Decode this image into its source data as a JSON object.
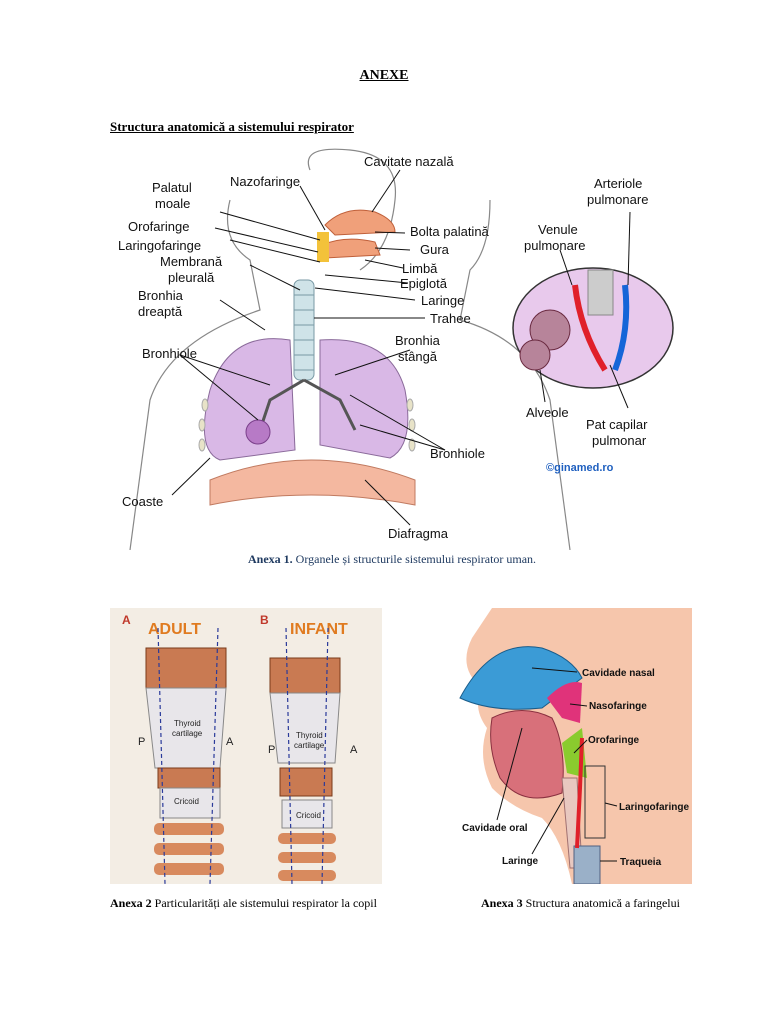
{
  "heading": "ANEXE",
  "section_title": "Structura anatomică  a sistemului respirator",
  "figure1": {
    "labels": {
      "cavitate_nazala": "Cavitate nazală",
      "nazofaringe": "Nazofaringe",
      "palatul_moale_1": "Palatul",
      "palatul_moale_2": "moale",
      "orofaringe": "Orofaringe",
      "laringofaringe": "Laringofaringe",
      "membrana_1": "Membrană",
      "membrana_2": "pleurală",
      "bronhia_dreapta_1": "Bronhia",
      "bronhia_dreapta_2": "dreaptă",
      "bronhiole_left": "Bronhiole",
      "bolta_palatina": "Bolta palatină",
      "gura": "Gura",
      "limba": "Limbă",
      "epiglota": "Epiglotă",
      "laringe": "Laringe",
      "trahee": "Trahee",
      "bronhia_stanga_1": "Bronhia",
      "bronhia_stanga_2": "stângă",
      "bronhiole_right": "Bronhiole",
      "coaste": "Coaste",
      "diafragma": "Diafragma",
      "arteriole_1": "Arteriole",
      "arteriole_2": "pulmonare",
      "venule_1": "Venule",
      "venule_2": "pulmonare",
      "alveole": "Alveole",
      "pat_capilar_1": "Pat capilar",
      "pat_capilar_2": "pulmonar",
      "credit": "©ginamed.ro"
    },
    "caption_bold": "Anexa 1.",
    "caption_text": " Organele și structurile sistemului respirator uman."
  },
  "figure2": {
    "label_a": "A",
    "label_b": "B",
    "adult": "ADULT",
    "infant": "INFANT",
    "thyroid_1": "Thyroid",
    "thyroid_2": "cartilage",
    "cricoid": "Cricoid",
    "p": "P",
    "a": "A",
    "caption_bold": "Anexa 2",
    "caption_text": " Particularități ale sistemului respirator la copil"
  },
  "figure3": {
    "labels": {
      "cavidade_nasal": "Cavidade nasal",
      "nasofaringe": "Nasofaringe",
      "orofaringe": "Orofaringe",
      "laringofaringe": "Laringofaringe",
      "cavidade_oral": "Cavidade oral",
      "laringe": "Laringe",
      "traqueia": "Traqueia"
    },
    "caption_bold": "Anexa 3",
    "caption_text": " Structura anatomică a faringelui"
  },
  "colors": {
    "lung": "#d9b8e6",
    "nasal": "#f0a07a",
    "blue_vessel": "#1565d8",
    "red_vessel": "#e0202a",
    "diaphragm": "#f4b8a0",
    "pharynx_bg": "#f6c6ac",
    "nasal_blue": "#3b9bd6",
    "naso_pink": "#e0337a",
    "oro_green": "#8acb2e"
  }
}
